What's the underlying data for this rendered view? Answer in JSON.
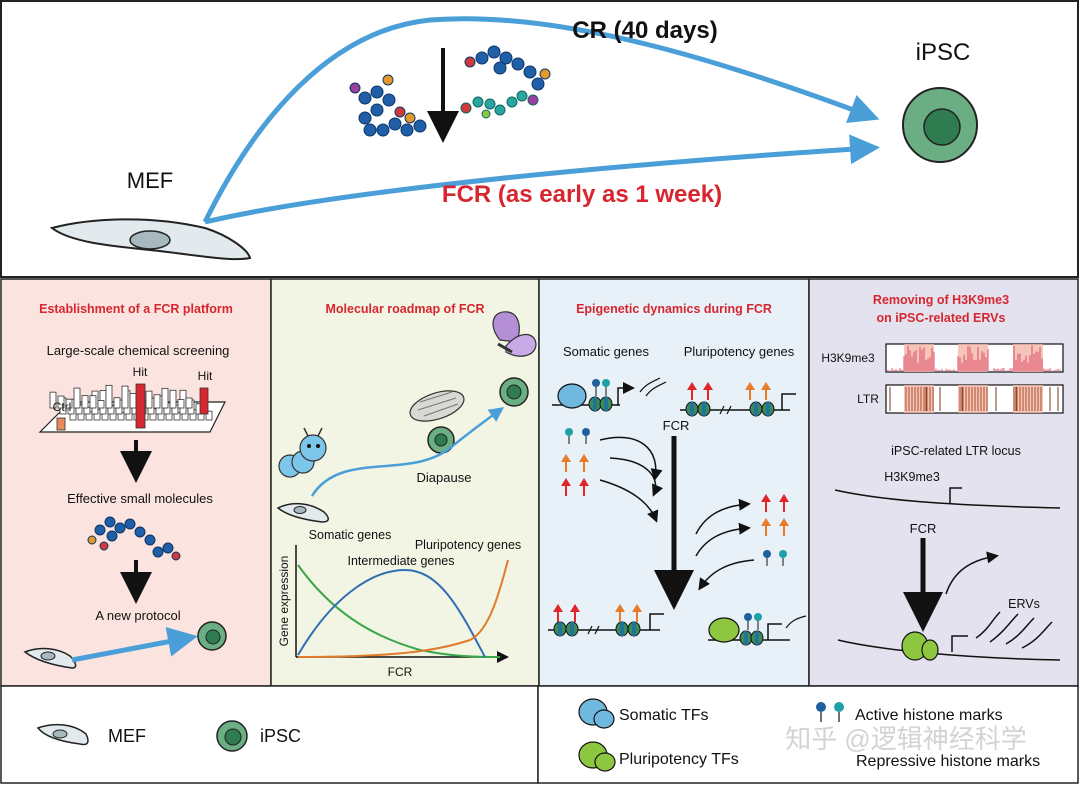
{
  "top": {
    "cr_label": "CR (40 days)",
    "fcr_label": "FCR (as early as 1 week)",
    "mef_label": "MEF",
    "ipsc_label": "iPSC"
  },
  "panel1": {
    "title": "Establishment of a FCR platform",
    "screening": "Large-scale chemical screening",
    "ctrl": "Ctrl",
    "hit1": "Hit",
    "hit2": "Hit",
    "molecules": "Effective small molecules",
    "protocol": "A new protocol"
  },
  "panel2": {
    "title": "Molecular roadmap of FCR",
    "diapause": "Diapause",
    "somatic": "Somatic genes",
    "pluripotency": "Pluripotency genes",
    "intermediate": "Intermediate genes",
    "ylabel": "Gene expression",
    "xlabel": "FCR"
  },
  "panel3": {
    "title": "Epigenetic dynamics during FCR",
    "somatic": "Somatic genes",
    "pluripotency": "Pluripotency genes",
    "fcr": "FCR"
  },
  "panel4": {
    "title_line1": "Removing of H3K9me3",
    "title_line2": "on iPSC-related ERVs",
    "h3k9me3_track": "H3K9me3",
    "ltr_track": "LTR",
    "locus": "iPSC-related LTR locus",
    "h3k9me3_mark": "H3K9me3",
    "fcr": "FCR",
    "ervs": "ERVs"
  },
  "legend": {
    "mef": "MEF",
    "ipsc": "iPSC",
    "somatic_tfs": "Somatic TFs",
    "pluripotency_tfs": "Pluripotency TFs",
    "active_marks": "Active histone marks",
    "repressive_marks": "Repressive histone marks",
    "watermark": "知乎 @逻辑神经科学"
  },
  "colors": {
    "flow_blue": "#4a9fd8",
    "title_red": "#d7262f",
    "ipsc_green": "#3f9a6b",
    "panel1_bg": "#fbe4df",
    "panel2_bg": "#f2f5e3",
    "panel3_bg": "#e7f1f7",
    "panel4_bg": "#e3e2ee",
    "repressive_red": "#e0262a",
    "repressive_orange": "#e87a2a",
    "active_navy": "#1f5f9e",
    "active_teal": "#1fa0a8",
    "somatic_tf": "#6fb9e0",
    "pluripotency_tf": "#8dc63f"
  }
}
